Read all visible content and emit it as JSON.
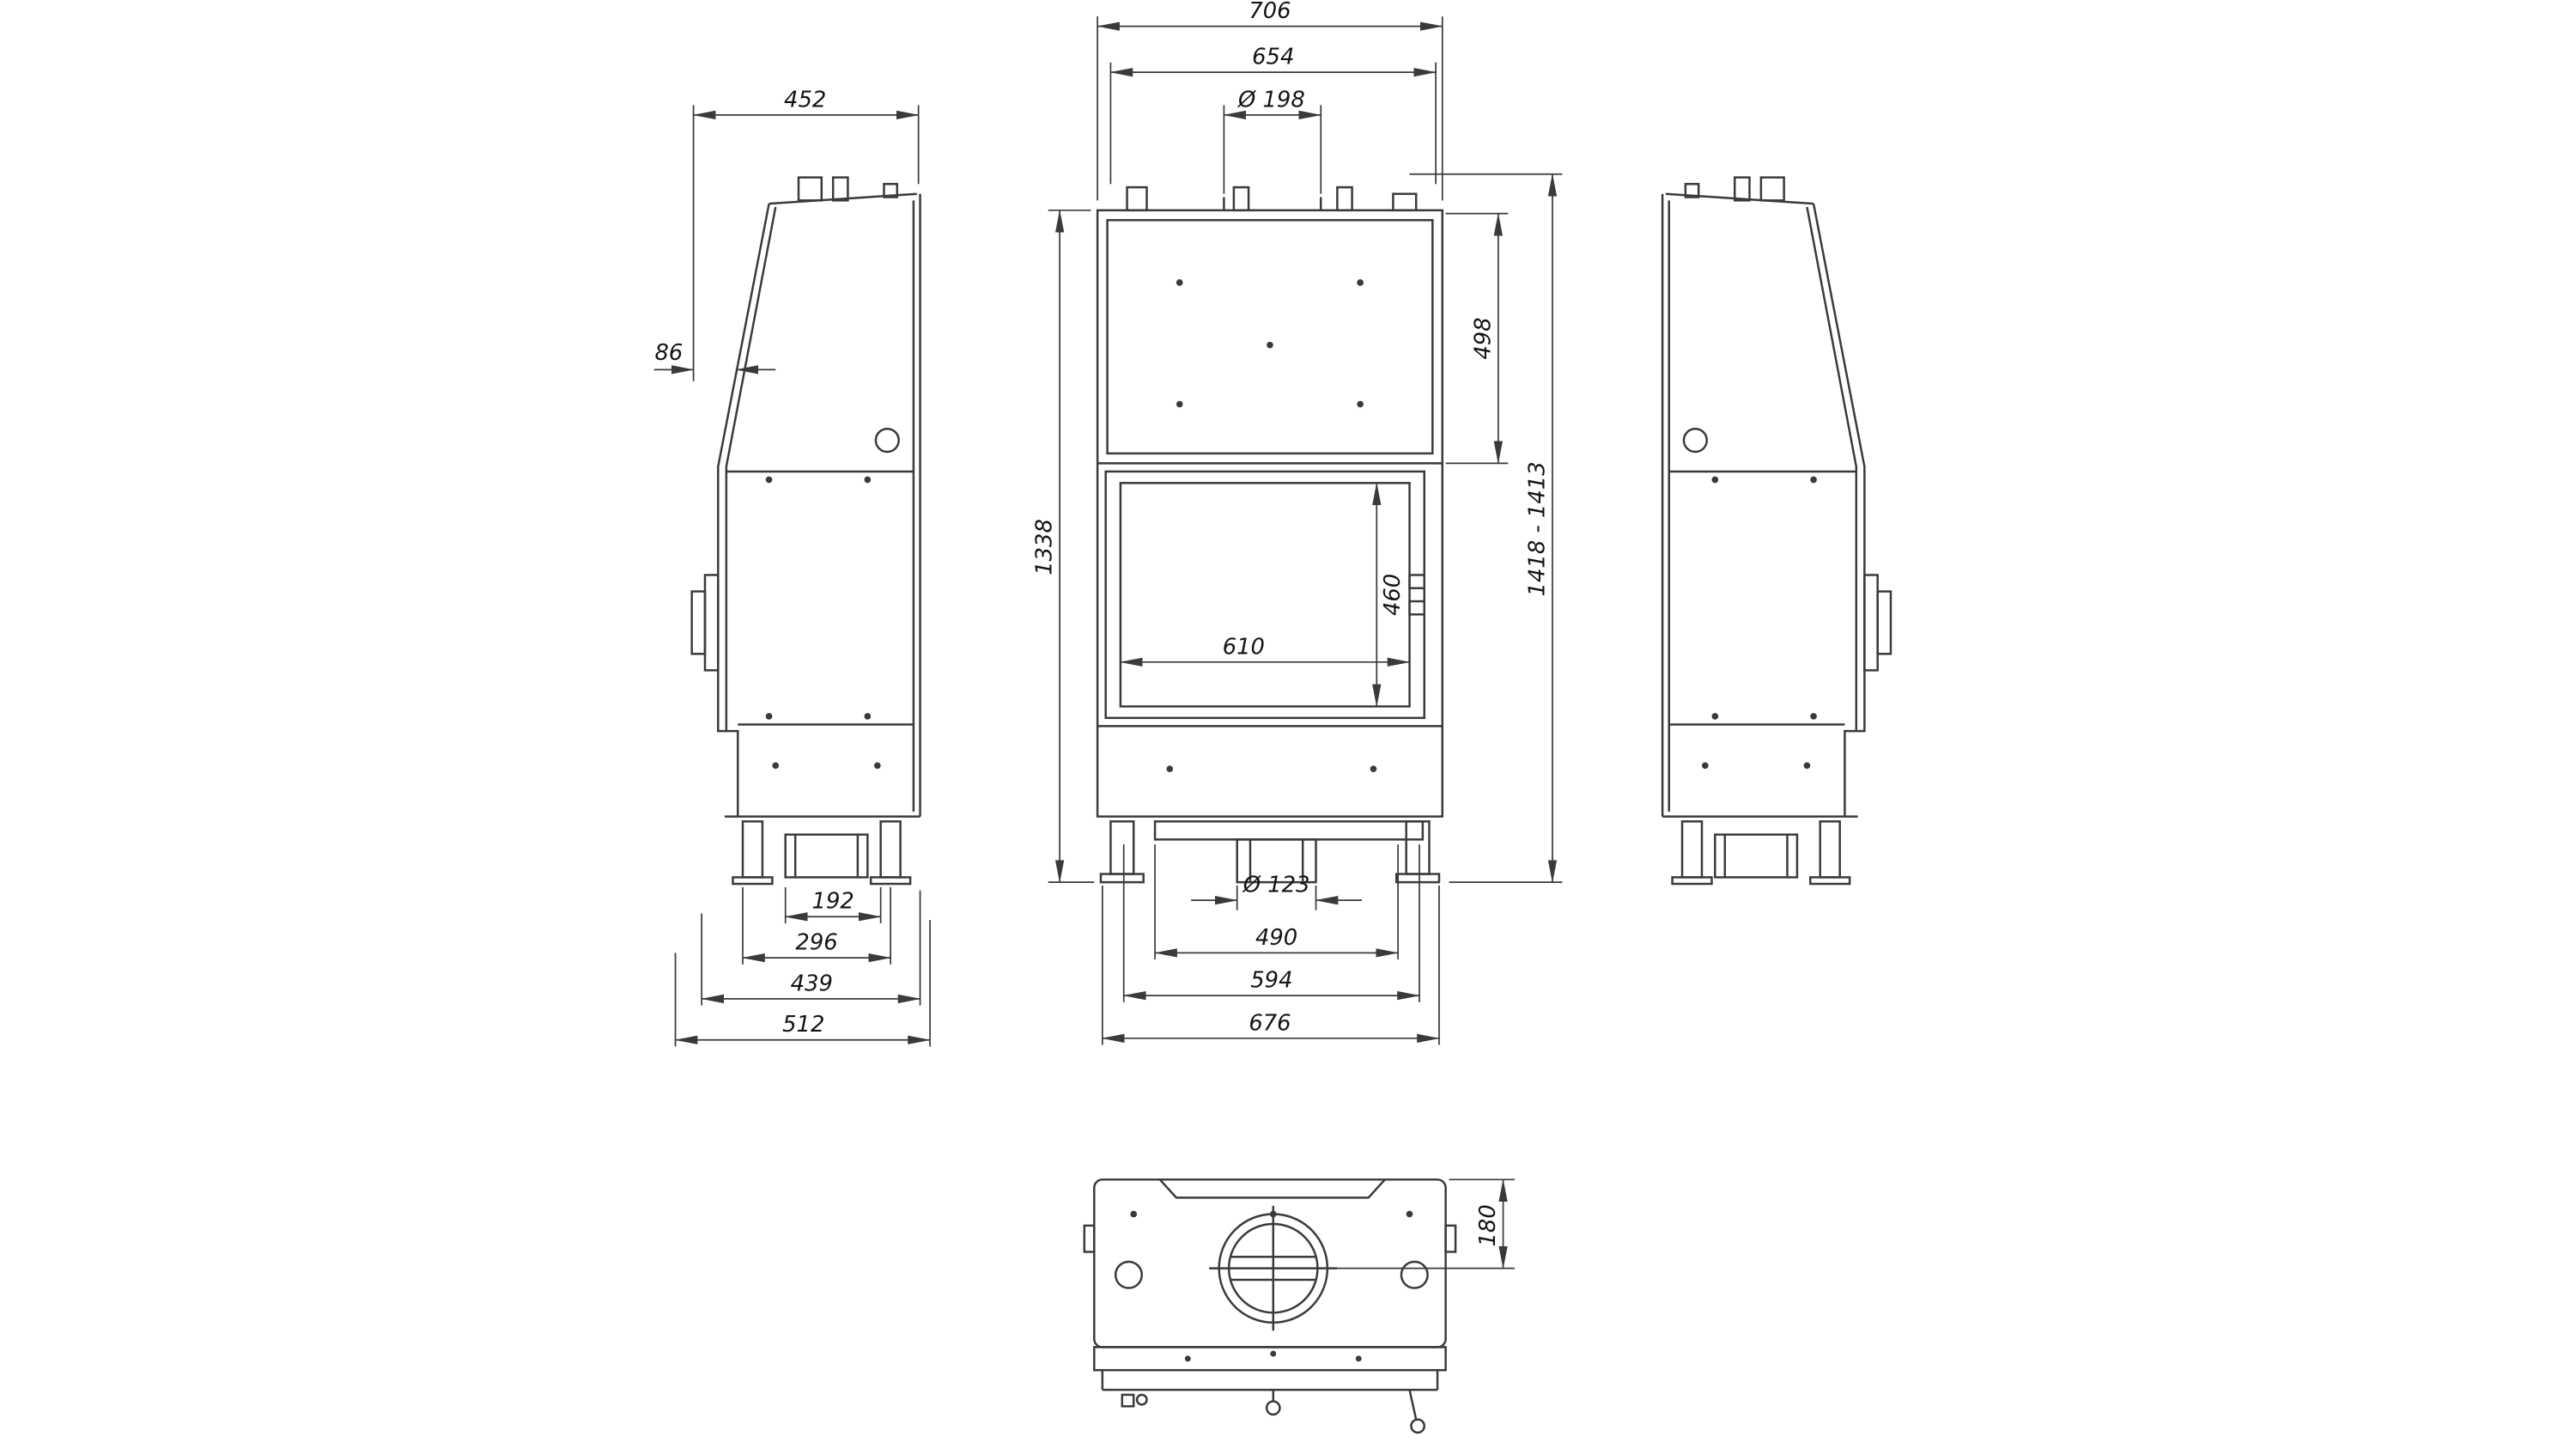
{
  "drawing": {
    "type": "technical-dimension-drawing",
    "subject": "fireplace-insert-orthographic-views",
    "background_color": "#ffffff",
    "line_color": "#3a3a3a",
    "views": [
      "left-side-view",
      "front-view",
      "right-side-view",
      "bottom-view"
    ]
  },
  "dims": {
    "front_overall_width": "706",
    "front_inner_width": "654",
    "flue_top_diameter": "Ø 198",
    "front_body_height": "1338",
    "hood_height": "498",
    "overall_height_range": "1418 - 1413",
    "glass_width": "610",
    "glass_height": "460",
    "flue_bottom_diameter": "Ø 123",
    "bottom_width_inner": "490",
    "bottom_width_mid": "594",
    "bottom_width_outer": "676",
    "side_top_depth": "452",
    "side_top_offset": "86",
    "foot_spacing_inner": "192",
    "foot_spacing_outer": "296",
    "side_base_depth": "439",
    "side_overall_depth": "512",
    "flue_center_depth": "180"
  }
}
